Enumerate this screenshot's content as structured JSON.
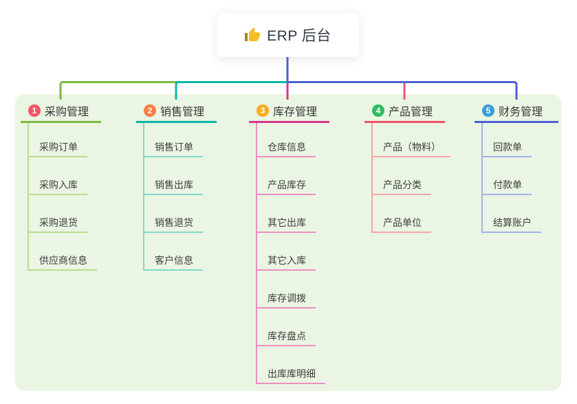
{
  "root": {
    "label": "ERP 后台",
    "icon": "thumbs-up"
  },
  "branches": [
    {
      "number": "1",
      "label": "采购管理",
      "line_color": "#7bb93e",
      "child_line_color": "#b9dc8e",
      "badge_color": "#f25767",
      "children": [
        "采购订单",
        "采购入库",
        "采购退货",
        "供应商信息"
      ]
    },
    {
      "number": "2",
      "label": "销售管理",
      "line_color": "#0ab6a6",
      "child_line_color": "#84d8cc",
      "badge_color": "#f97e44",
      "children": [
        "销售订单",
        "销售出库",
        "销售退货",
        "客户信息"
      ]
    },
    {
      "number": "3",
      "label": "库存管理",
      "line_color": "#d8378f",
      "child_line_color": "#ef8dc4",
      "badge_color": "#fbab1e",
      "children": [
        "仓库信息",
        "产品库存",
        "其它出库",
        "其它入库",
        "库存调拨",
        "库存盘点",
        "出库库明细"
      ]
    },
    {
      "number": "4",
      "label": "产品管理",
      "line_color": "#f2506c",
      "child_line_color": "#f6a5a7",
      "badge_color": "#2ebd62",
      "children": [
        "产品（物料）",
        "产品分类",
        "产品单位"
      ]
    },
    {
      "number": "5",
      "label": "财务管理",
      "line_color": "#4c5fd3",
      "child_line_color": "#a2b3e6",
      "badge_color": "#379fdb",
      "children": [
        "回款单",
        "付款单",
        "结算账户"
      ]
    }
  ],
  "colors": {
    "page_background": "#ffffff",
    "panel_background": "#eaf5e3",
    "root_connector": "#4c5fd3",
    "root_text": "#333a45",
    "header_text": "#373737",
    "child_text": "#3e3e3e",
    "thumb_icon": "#f6bd23"
  }
}
